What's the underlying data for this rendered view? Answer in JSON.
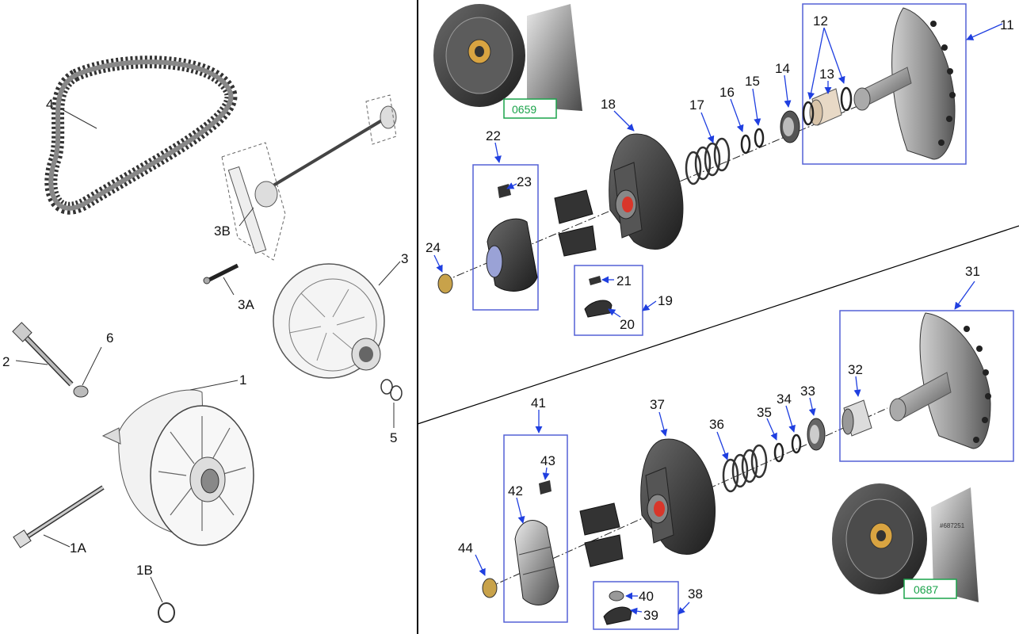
{
  "labels": {
    "l1": "1",
    "l1a": "1A",
    "l1b": "1B",
    "l2": "2",
    "l3": "3",
    "l3a": "3A",
    "l3b": "3B",
    "l4": "4",
    "l5": "5",
    "l6": "6",
    "l11": "11",
    "l12": "12",
    "l13": "13",
    "l14": "14",
    "l15": "15",
    "l16": "16",
    "l17": "17",
    "l18": "18",
    "l19": "19",
    "l20": "20",
    "l21": "21",
    "l22": "22",
    "l23": "23",
    "l24": "24",
    "l31": "31",
    "l32": "32",
    "l33": "33",
    "l34": "34",
    "l35": "35",
    "l36": "36",
    "l37": "37",
    "l38": "38",
    "l39": "39",
    "l40": "40",
    "l41": "41",
    "l42": "42",
    "l43": "43",
    "l44": "44"
  },
  "photo_tags": {
    "top": "0659",
    "bottom": "0687"
  },
  "photo_bottom_text": "#687251",
  "colors": {
    "callout_blue": "#1f3fe0",
    "tag_green": "#1aa34a",
    "part_dark": "#2b2b2b",
    "part_grey": "#8a8a8a",
    "bushing_red": "#d8362a"
  }
}
